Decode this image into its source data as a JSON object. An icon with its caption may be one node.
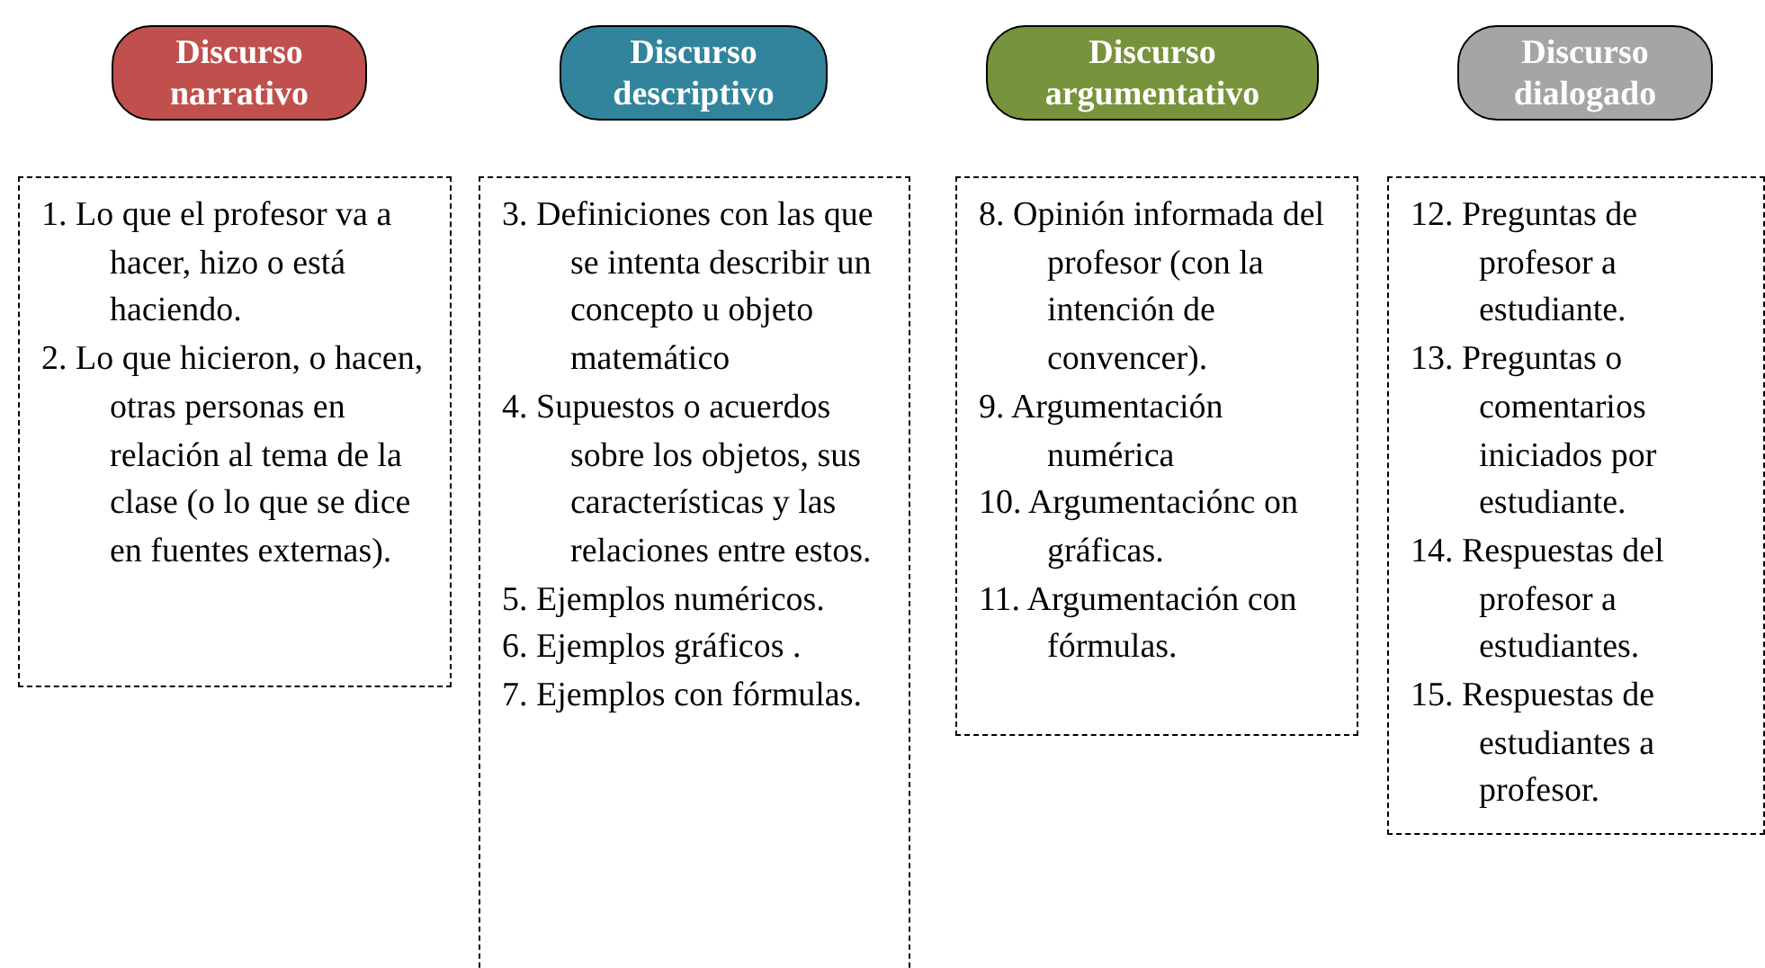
{
  "diagram": {
    "nodes": [
      {
        "text": [
          "Discurso narrativo"
        ]
      },
      {
        "text": [
          "Discurso descriptivo"
        ]
      },
      {
        "text": [
          "Discurso argumentativo"
        ]
      },
      {
        "text": [
          "Discurso dialogado"
        ]
      },
      {
        "text": [
          "1. Lo que el profesor va a hacer, hizo o está haciendo.",
          "2. Lo que hicieron, o hacen, otras personas en relación al tema de la clase (o lo que se dice en fuentes externas)."
        ]
      },
      {
        "text": [
          "3. Definiciones con las que se intenta describir un concepto u objeto matemático",
          "4. Supuestos o acuerdos sobre los objetos, sus características y las relaciones entre estos.",
          "5. Ejemplos numéricos.",
          "6. Ejemplos gráficos .",
          "7. Ejemplos con fórmulas."
        ]
      },
      {
        "text": [
          "8. Opinión informada del profesor (con la intención de convencer).",
          "9. Argumentación numérica",
          "10. Argumentaciónc on gráficas.",
          "11. Argumentación con fórmulas."
        ]
      },
      {
        "text": [
          "12. Preguntas de profesor a estudiante.",
          "13. Preguntas o comentarios iniciados por estudiante.",
          "14. Respuestas del profesor a estudiantes.",
          "15. Respuestas de estudiantes a profesor."
        ]
      }
    ]
  }
}
